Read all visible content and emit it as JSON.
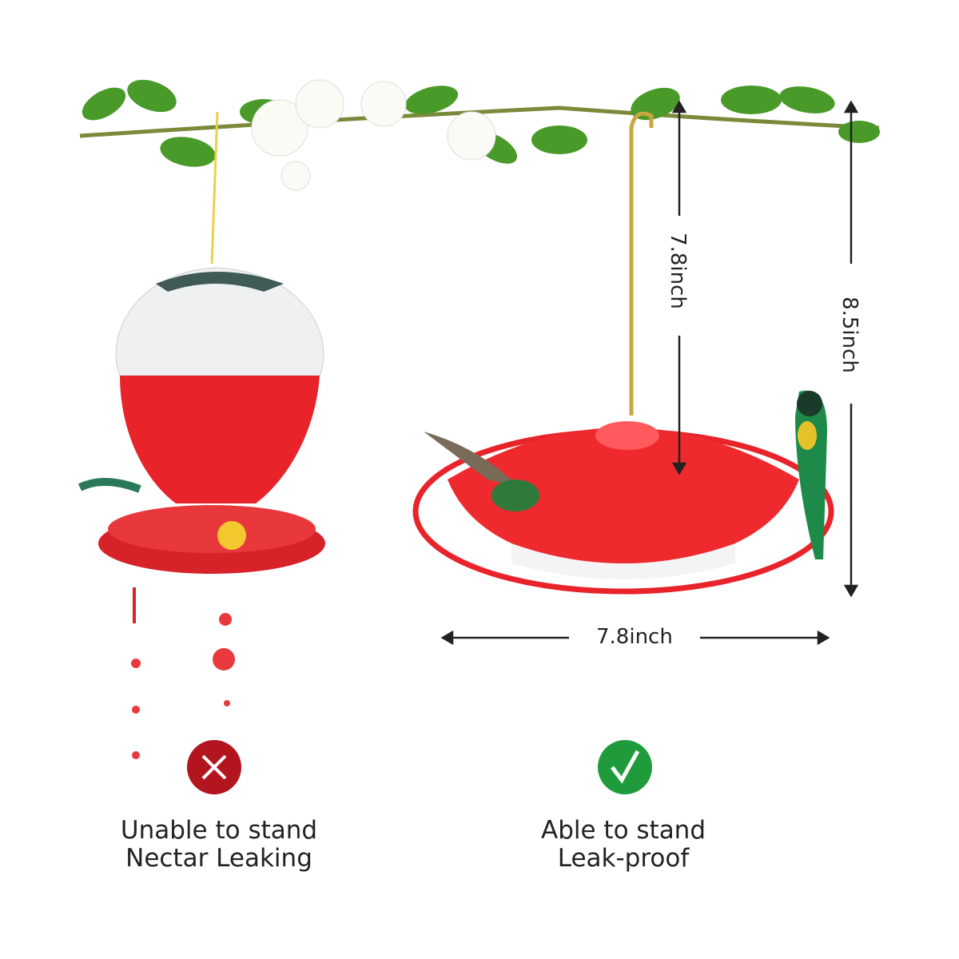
{
  "dimensions": {
    "hook_height": "7.8inch",
    "total_height": "8.5inch",
    "width": "7.8inch"
  },
  "left_product": {
    "status_icon": "x-mark-icon",
    "status_color": "#b3151e",
    "caption_line1": "Unable to stand",
    "caption_line2": "Nectar Leaking"
  },
  "right_product": {
    "status_icon": "check-mark-icon",
    "status_color": "#1f9b3c",
    "caption_line1": "Able to stand",
    "caption_line2": "Leak-proof"
  },
  "colors": {
    "feeder_red": "#e8232a",
    "leaf_green": "#4a9a2a",
    "hook_gold": "#c9a640"
  }
}
